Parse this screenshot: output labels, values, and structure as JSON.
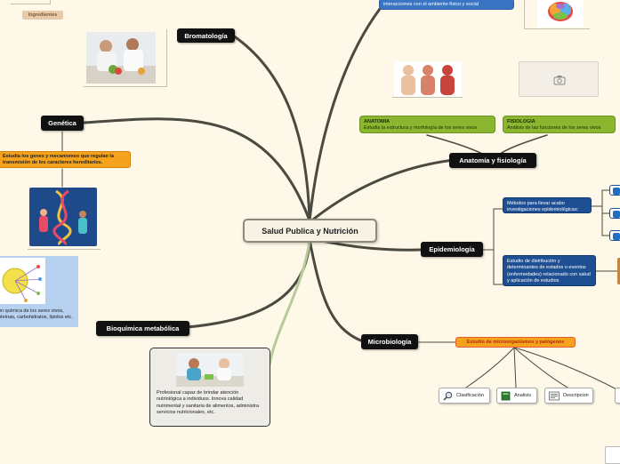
{
  "root": {
    "label": "Salud Publica y Nutrición"
  },
  "topics": {
    "bromatologia": "Bromatología",
    "genetica": "Genética",
    "bioquimica": "Bioquímica metabólica",
    "anatomia_fisiologia": "Anatomía y fisiología",
    "epidemiologia": "Epidemiología",
    "microbiologia": "Microbiología"
  },
  "ingredientes_tag": "Ingredientes",
  "top_blue_note": "interacciones con el ambiente físico y social",
  "genetica_note": "Estudia los genes y mecanismos que regulan la transmisión de los caracteres hereditarios.",
  "bioquimica_note": "ón química de los seres vivos, oteínas, carbohidratos, lípidos etc.",
  "anatomia": {
    "title": "ANATOMIA",
    "desc": "Estudia la estructura y morfología de los seres vivos"
  },
  "fisiologia": {
    "title": "FISIOLOGIA",
    "desc": "Análisis de las funciones de los seres vivos"
  },
  "epidemiologia_notes": [
    "Métodos para llevar acabo investigaciones epidemiológicas:",
    "Estudio de distribución y determinantes de estados o eventos (enfermedades) relacionado con salud y aplicación de estudios"
  ],
  "microbiologia_note": "Estudio de microorganismos y patógenos",
  "micro_chips": [
    {
      "label": "Clasificación",
      "icon": "magnifier-icon"
    },
    {
      "label": "Analisis",
      "icon": "book-icon"
    },
    {
      "label": "Descripcion",
      "icon": "text-panel-icon"
    }
  ],
  "nutricionista_note": "Profesional capaz de brindar atención nutriológica a individuos. Innova calidad nutrimental y sanitaria de alimentos, administra servicios nutricionales, etc.",
  "colors": {
    "background": "#fdf8e8",
    "branch": "#4a4a40",
    "branch_light": "#b9c99a",
    "green_box": "#8ab72f",
    "orange_box": "#f5a21c",
    "blue_box": "#1e4f93",
    "dark_node": "#111111"
  }
}
